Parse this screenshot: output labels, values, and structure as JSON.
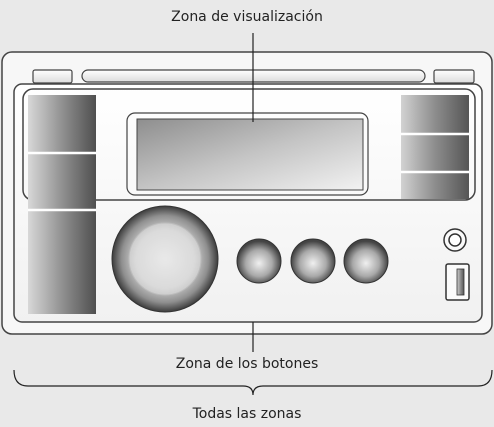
{
  "labels": {
    "display_zone": "Zona de visualización",
    "buttons_zone": "Zona de los botones",
    "all_zones": "Todas las zonas"
  }
}
